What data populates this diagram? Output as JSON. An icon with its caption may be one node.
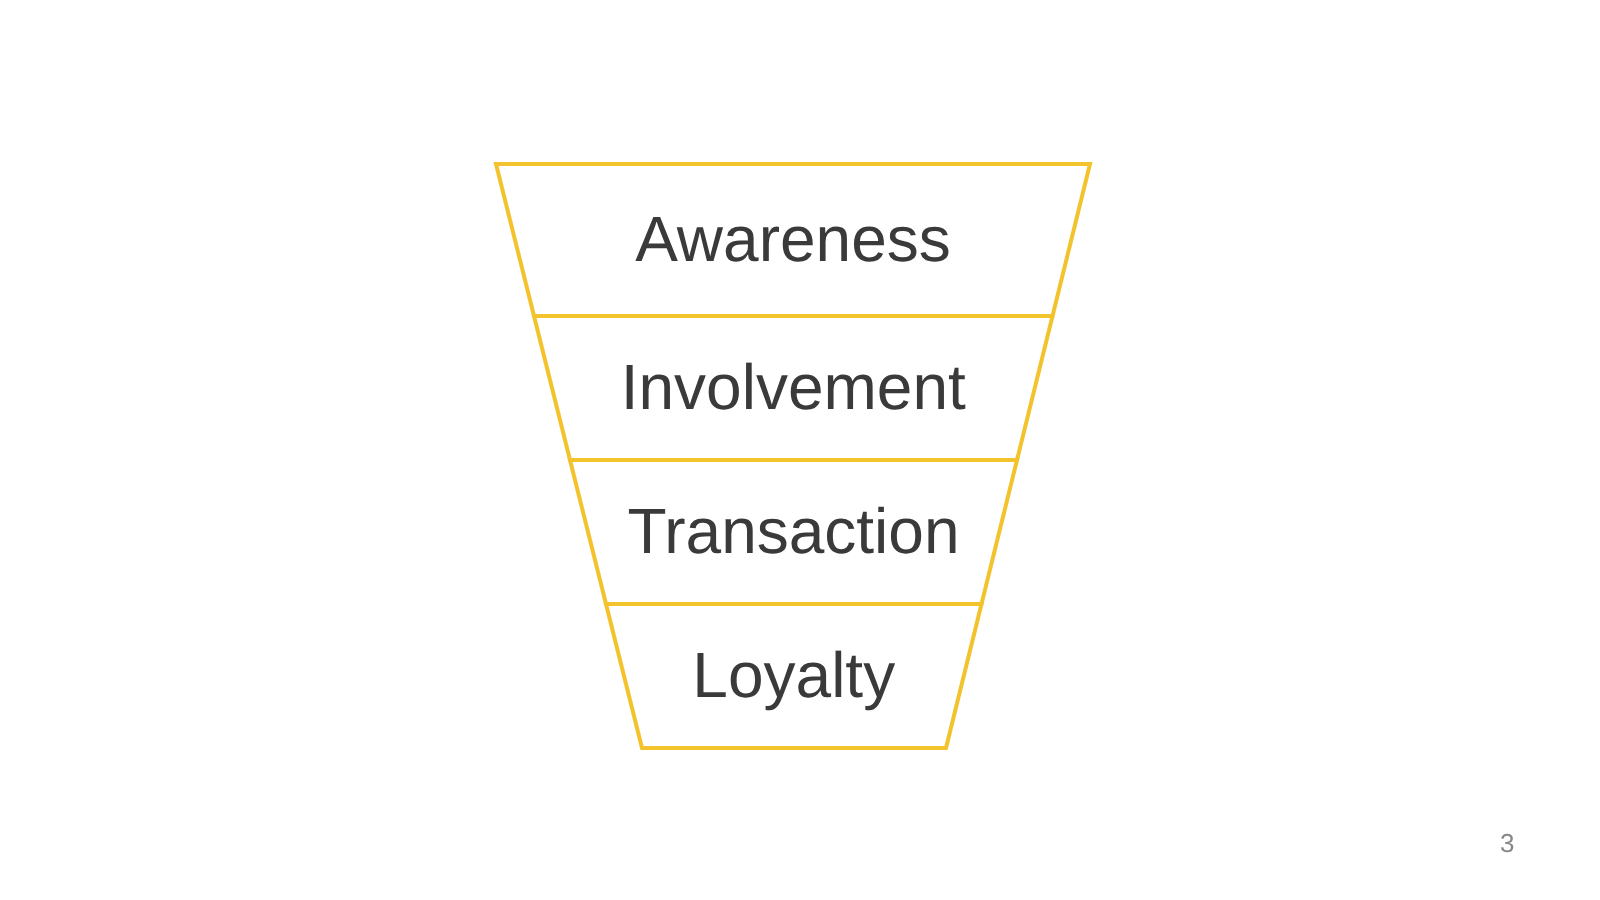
{
  "diagram": {
    "nodes": [
      {
        "text": [
          "Awareness"
        ]
      },
      {
        "text": [
          "Involvement"
        ]
      },
      {
        "text": [
          "Transaction"
        ]
      },
      {
        "text": [
          "Loyalty"
        ]
      }
    ],
    "labels": [
      "3"
    ]
  }
}
